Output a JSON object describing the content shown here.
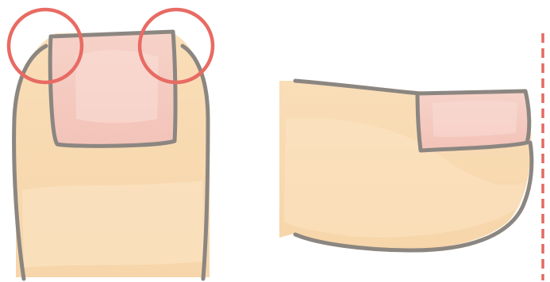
{
  "colors": {
    "background": "#ffffff",
    "skin": "#f7d5a8",
    "skin_light": "#fbe6c8",
    "nail": "#f4c8bf",
    "nail_highlight": "#f8dcd6",
    "outline": "#8c8681",
    "circle_marker": "#e86b63",
    "edge_guide": "#e4695f"
  },
  "figures": [
    {
      "name": "front-view-toe",
      "view": "front",
      "markers": [
        "left-nail-corner-circle",
        "right-nail-corner-circle"
      ]
    },
    {
      "name": "side-view-toe",
      "view": "side",
      "markers": [
        "toe-tip-dashed-guide"
      ]
    }
  ]
}
